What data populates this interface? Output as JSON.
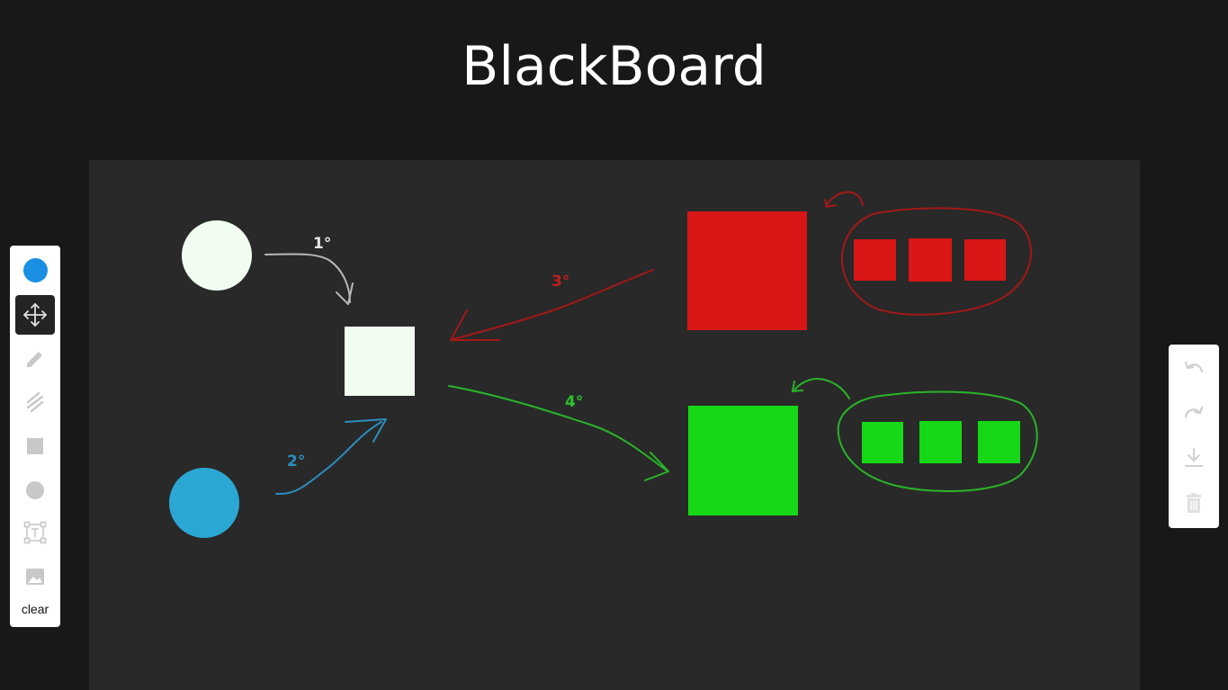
{
  "header": {
    "title": "BlackBoard"
  },
  "toolbar_left": {
    "current_color": "#1a8fe3",
    "tools": [
      {
        "name": "color-picker",
        "icon": "color-dot"
      },
      {
        "name": "move",
        "icon": "move-icon",
        "active": true
      },
      {
        "name": "pencil",
        "icon": "pencil-icon"
      },
      {
        "name": "eraser",
        "icon": "eraser-icon"
      },
      {
        "name": "rectangle",
        "icon": "square-icon"
      },
      {
        "name": "circle",
        "icon": "circle-icon"
      },
      {
        "name": "text",
        "icon": "text-box-icon"
      },
      {
        "name": "image",
        "icon": "image-icon"
      }
    ],
    "clear_label": "clear"
  },
  "toolbar_right": {
    "tools": [
      {
        "name": "undo",
        "icon": "undo-icon"
      },
      {
        "name": "redo",
        "icon": "redo-icon"
      },
      {
        "name": "download",
        "icon": "download-icon"
      },
      {
        "name": "delete",
        "icon": "trash-icon"
      }
    ]
  },
  "board": {
    "background": "#292929",
    "labels": {
      "step1": "1°",
      "step2": "2°",
      "step3": "3°",
      "step4": "4°"
    },
    "colors": {
      "white": "#f1fdf0",
      "blue": "#2ba7d4",
      "red": "#d81616",
      "green": "#16d816",
      "stroke_gray": "#b8b8b8",
      "stroke_blue": "#2a8fc0",
      "stroke_red": "#a41818",
      "stroke_green": "#28b428"
    }
  }
}
